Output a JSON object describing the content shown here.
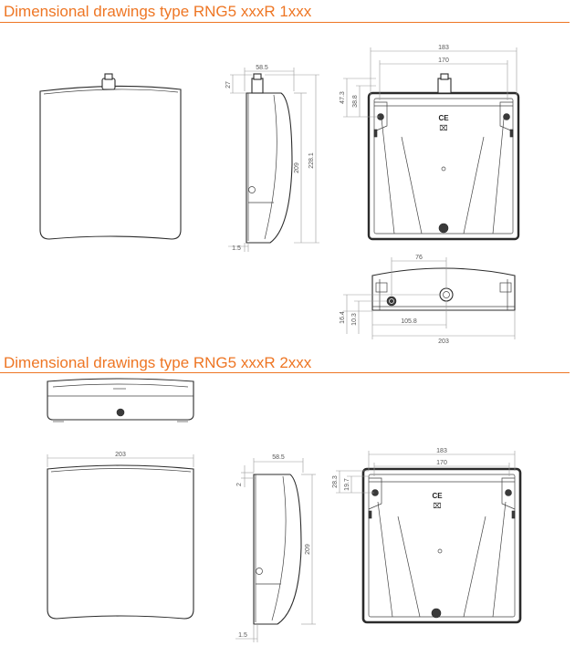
{
  "section1": {
    "title": "Dimensional drawings type RNG5 xxxR 1xxx"
  },
  "section2": {
    "title": "Dimensional drawings type RNG5 xxxR 2xxx"
  },
  "s1_side": {
    "depth": "58.5",
    "gland_offset": "27",
    "height_inner": "209",
    "height_total": "228.1",
    "wall": "1.5"
  },
  "s1_rear": {
    "width_outer": "183",
    "width_inner": "170",
    "drop_outer": "47.3",
    "drop_inner": "38.8"
  },
  "s1_bottom": {
    "gland_spacing": "76",
    "gland_height_1": "16.4",
    "gland_height_2": "10.3",
    "gland_offset": "105.8",
    "width": "203"
  },
  "s2_front": {
    "width": "203"
  },
  "s2_side": {
    "depth": "58.5",
    "offset": "2",
    "height": "209",
    "wall": "1.5"
  },
  "s2_rear": {
    "width_outer": "183",
    "width_inner": "170",
    "drop_outer": "28.3",
    "drop_inner": "19.7"
  },
  "marks": {
    "ce": "CE"
  },
  "colors": {
    "accent": "#ee7624",
    "line": "#2b2b2b",
    "dimension": "#9a9a9a"
  }
}
